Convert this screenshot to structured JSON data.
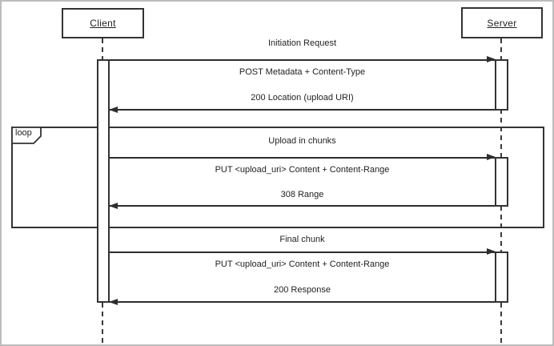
{
  "diagram": {
    "type": "uml-sequence-diagram",
    "actors": [
      {
        "id": "client",
        "label": "Client"
      },
      {
        "id": "server",
        "label": "Server"
      }
    ],
    "fragment": {
      "kind": "loop",
      "label": "loop"
    },
    "sections": [
      {
        "title": "Initiation Request",
        "request": "POST Metadata + Content-Type",
        "response": "200 Location (upload URI)"
      },
      {
        "title": "Upload in chunks",
        "request": "PUT <upload_uri> Content + Content-Range",
        "response": "308 Range"
      },
      {
        "title": "Final chunk",
        "request": "PUT <upload_uri> Content + Content-Range",
        "response": "200 Response"
      }
    ],
    "colors": {
      "line": "#2d2d2d",
      "background": "#ffffff",
      "outer_border": "#bcbcbc",
      "text": "#222222"
    }
  }
}
